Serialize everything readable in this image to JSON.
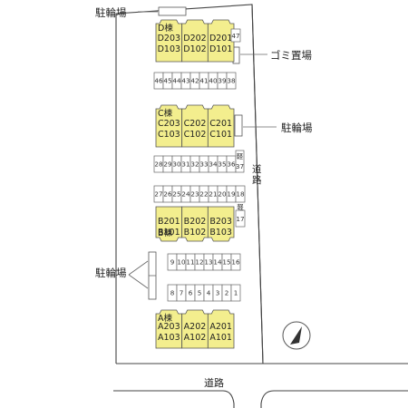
{
  "labels": {
    "bicycle_top": "駐輪場",
    "garbage": "ゴミ置場",
    "bicycle_mid": "駐輪場",
    "bicycle_left": "駐輪場",
    "road_right": "道路",
    "road_bottom": "道路"
  },
  "buildings": {
    "D": {
      "name": "D棟",
      "units": [
        [
          "D203",
          "D103"
        ],
        [
          "D202",
          "D102"
        ],
        [
          "D201",
          "D101"
        ]
      ]
    },
    "C": {
      "name": "C棟",
      "units": [
        [
          "C203",
          "C103"
        ],
        [
          "C202",
          "C102"
        ],
        [
          "C201",
          "C101"
        ]
      ]
    },
    "B": {
      "name": "B棟",
      "units": [
        [
          "B201",
          "B101"
        ],
        [
          "B202",
          "B102"
        ],
        [
          "B203",
          "B103"
        ]
      ]
    },
    "A": {
      "name": "A棟",
      "units": [
        [
          "A203",
          "A103"
        ],
        [
          "A202",
          "A102"
        ],
        [
          "A201",
          "A101"
        ]
      ]
    }
  },
  "parking": {
    "row_d": [
      "46",
      "45",
      "44",
      "43",
      "42",
      "41",
      "40",
      "39",
      "38"
    ],
    "slot_47": "47",
    "row_c": [
      "28",
      "29",
      "30",
      "31",
      "32",
      "33",
      "34",
      "35",
      "36"
    ],
    "light_vehicle_37": {
      "top": "軽",
      "num": "37"
    },
    "row_b_top": [
      "27",
      "26",
      "25",
      "24",
      "23",
      "22",
      "21",
      "20",
      "19",
      "18"
    ],
    "light_vehicle_18": "軽",
    "slot_17": "17",
    "row_b_bottom": [
      "9",
      "10",
      "11",
      "12",
      "13",
      "14",
      "15",
      "16"
    ],
    "row_a_top": [
      "8",
      "7",
      "6",
      "5",
      "4",
      "3",
      "2",
      "1"
    ]
  },
  "colors": {
    "building_fill": "#f3ee8e"
  },
  "icons": [
    "north-arrow-icon"
  ]
}
